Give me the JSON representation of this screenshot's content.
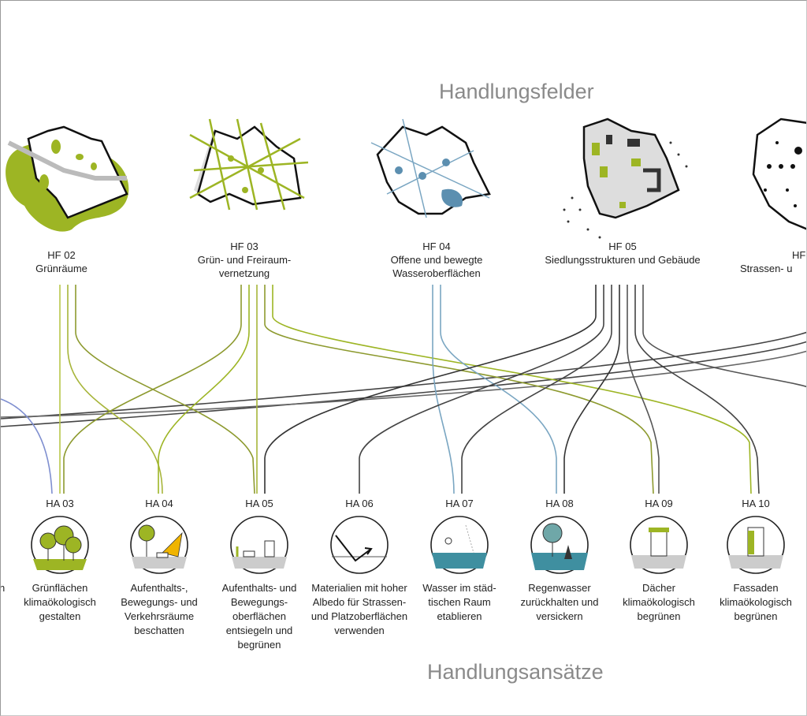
{
  "titles": {
    "top": "Handlungsfelder",
    "bottom": "Handlungsansätze"
  },
  "colors": {
    "green": "#9db524",
    "olive": "#8d9a2f",
    "blue": "#7aa6c2",
    "dark": "#3a3a3a",
    "purple": "#7f8fd0"
  },
  "fields": [
    {
      "code": "HF 02",
      "name": "Grünräume"
    },
    {
      "code": "HF 03",
      "name": "Grün- und Freiraum-vernetzung"
    },
    {
      "code": "HF 04",
      "name": "Offene und bewegte Wasseroberflächen"
    },
    {
      "code": "HF 05",
      "name": "Siedlungsstrukturen und Gebäude"
    },
    {
      "code": "HF",
      "name": "Strassen- u"
    }
  ],
  "approaches": [
    {
      "code": "",
      "name": "n"
    },
    {
      "code": "HA 03",
      "name": "Grünflächen klimaökologisch gestalten"
    },
    {
      "code": "HA 04",
      "name": "Aufenthalts-, Bewegungs- und Verkehrsräume beschatten"
    },
    {
      "code": "HA 05",
      "name": "Aufenthalts- und Bewegungs-oberflächen entsiegeln und begrünen"
    },
    {
      "code": "HA 06",
      "name": "Materialien mit hoher Albedo für Strassen- und Platzoberflächen verwenden"
    },
    {
      "code": "HA 07",
      "name": "Wasser im städ-tischen Raum etablieren"
    },
    {
      "code": "HA 08",
      "name": "Regenwasser zurückhalten und versickern"
    },
    {
      "code": "HA 09",
      "name": "Dächer klimaökologisch begrünen"
    },
    {
      "code": "HA 10",
      "name": "Fassaden klimaökologisch begrünen"
    }
  ]
}
